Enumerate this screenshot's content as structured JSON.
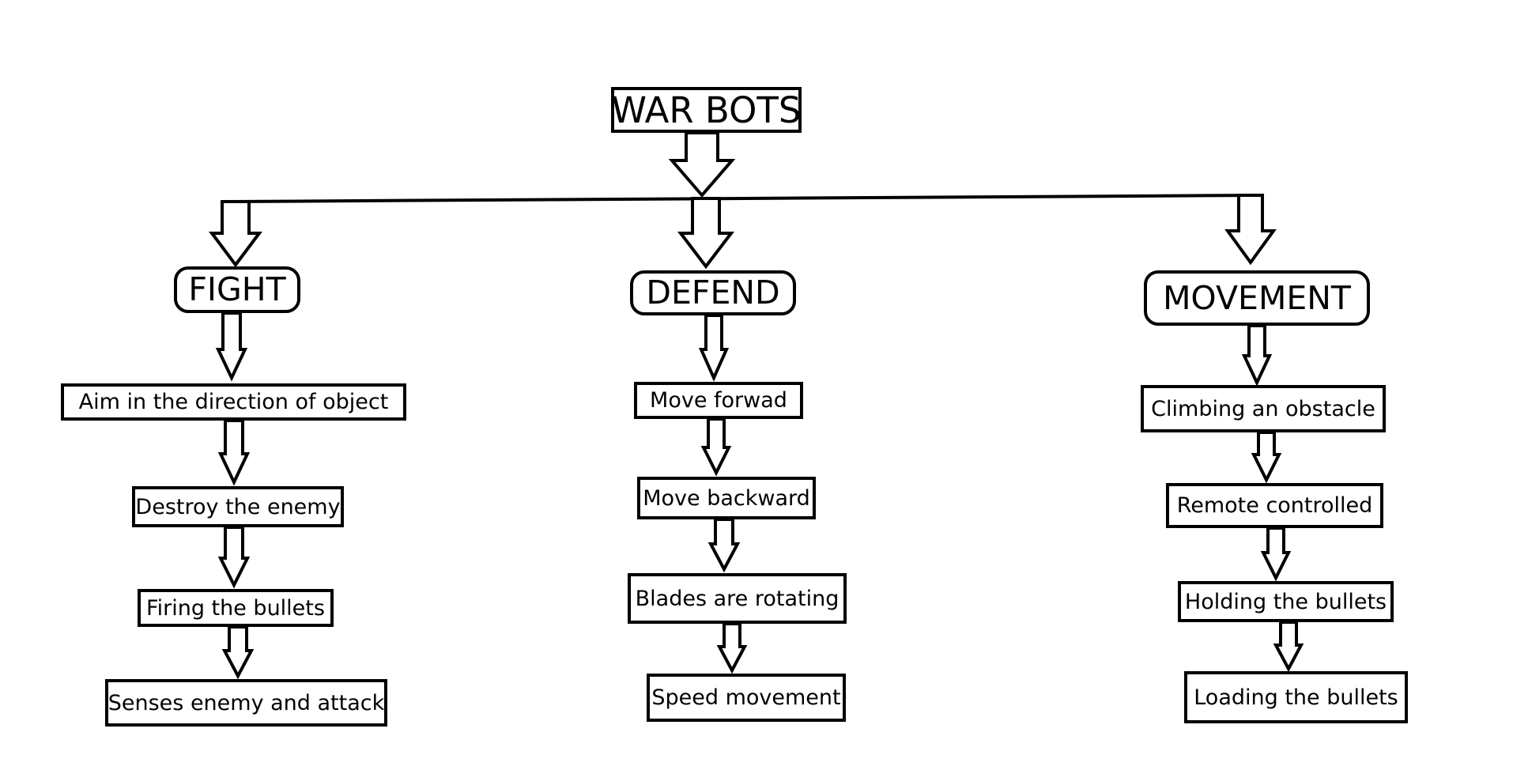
{
  "root": "WAR BOTS",
  "branches": [
    {
      "label": "FIGHT",
      "steps": [
        "Aim in the direction of object",
        "Destroy the enemy",
        "Firing the bullets",
        "Senses enemy and attack"
      ]
    },
    {
      "label": "DEFEND",
      "steps": [
        "Move forwad",
        "Move backward",
        "Blades are rotating",
        "Speed movement"
      ]
    },
    {
      "label": "MOVEMENT",
      "steps": [
        "Climbing an obstacle",
        "Remote controlled",
        "Holding the bullets",
        "Loading the bullets"
      ]
    }
  ],
  "colors": {
    "stroke": "#000000",
    "background": "#ffffff"
  }
}
